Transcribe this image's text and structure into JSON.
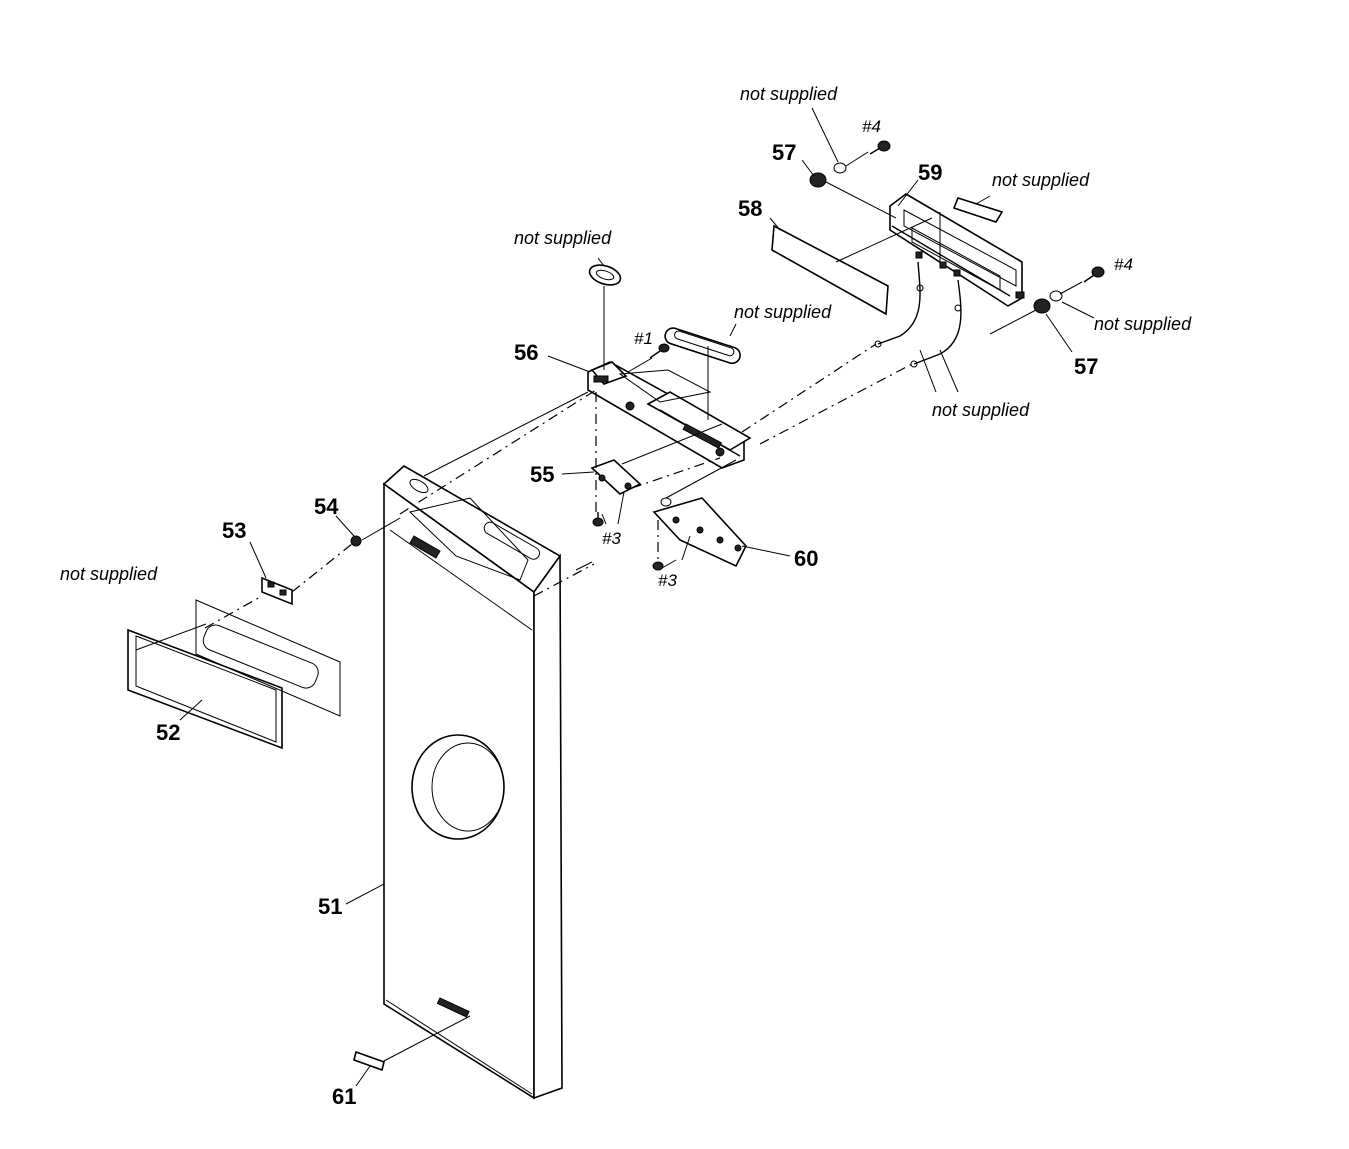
{
  "diagram": {
    "parts": {
      "p51": "51",
      "p52": "52",
      "p53": "53",
      "p54": "54",
      "p55": "55",
      "p56": "56",
      "p57a": "57",
      "p57b": "57",
      "p58": "58",
      "p59": "59",
      "p60": "60",
      "p61": "61"
    },
    "screws": {
      "s1": "#1",
      "s3a": "#3",
      "s3b": "#3",
      "s4a": "#4",
      "s4b": "#4"
    },
    "notes": {
      "n_top": "not supplied",
      "n_59_right": "not supplied",
      "n_56_top": "not supplied",
      "n_56_right": "not supplied",
      "n_57_right": "not supplied",
      "n_wires": "not supplied",
      "n_52": "not supplied"
    }
  }
}
